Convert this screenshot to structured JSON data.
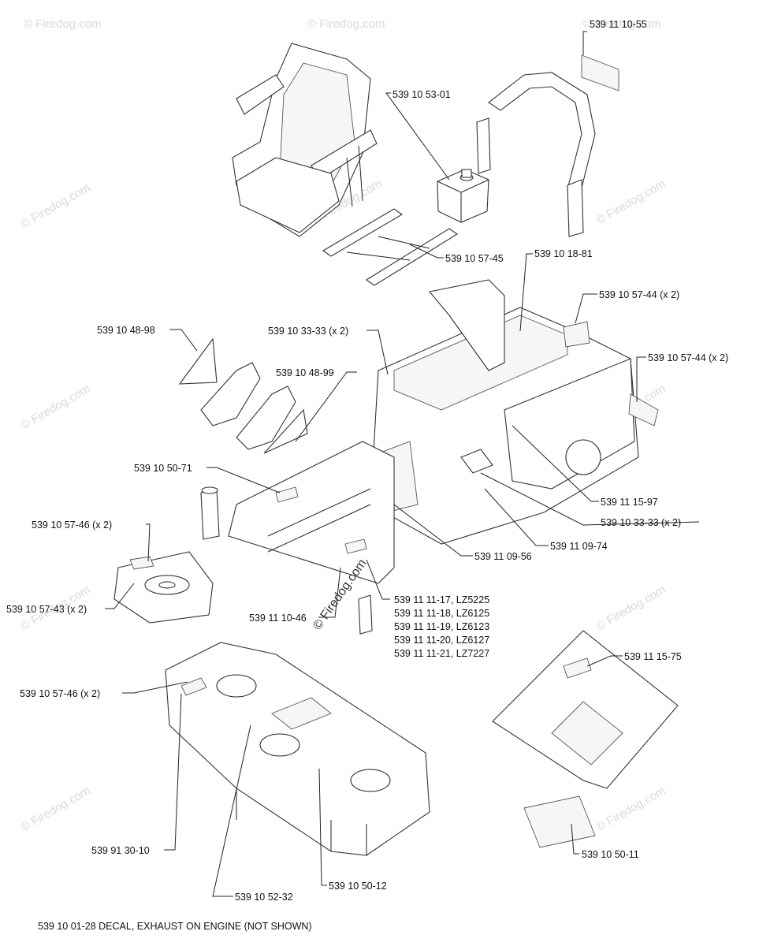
{
  "watermark": "© Firedog.com",
  "center_watermark": "© Firedog.com",
  "labels": {
    "p_11_10_55": "539 11 10-55",
    "p_10_53_01": "539 10 53-01",
    "p_10_57_45": "539 10 57-45",
    "p_10_18_81": "539 10 18-81",
    "p_10_57_44_a": "539 10 57-44 (x 2)",
    "p_10_57_44_b": "539 10 57-44 (x 2)",
    "p_10_48_98": "539 10 48-98",
    "p_10_33_33_a": "539 10 33-33 (x 2)",
    "p_10_48_99": "539 10 48-99",
    "p_10_50_71": "539 10 50-71",
    "p_11_15_97": "539 11 15-97",
    "p_10_33_33_b": "539 10 33-33 (x 2)",
    "p_11_09_74": "539 11 09-74",
    "p_11_09_56": "539 11 09-56",
    "p_10_57_46_a": "539 10 57-46 (x 2)",
    "p_10_57_43": "539 10 57-43 (x 2)",
    "p_11_10_46": "539 11 10-46",
    "p_11_11_17": "539 11 11-17, LZ5225",
    "p_11_11_18": "539 11 11-18, LZ6125",
    "p_11_11_19": "539 11 11-19, LZ6123",
    "p_11_11_20": "539 11 11-20, LZ6127",
    "p_11_11_21": "539 11 11-21, LZ7227",
    "p_10_57_46_b": "539 10 57-46 (x 2)",
    "p_11_15_75": "539 11 15-75",
    "p_91_30_10": "539 91 30-10",
    "p_10_50_11": "539 10 50-11",
    "p_10_50_12": "539 10 50-12",
    "p_10_52_32": "539 10 52-32"
  },
  "footer_note": "539 10 01-28 DECAL, EXHAUST ON ENGINE (NOT SHOWN)"
}
